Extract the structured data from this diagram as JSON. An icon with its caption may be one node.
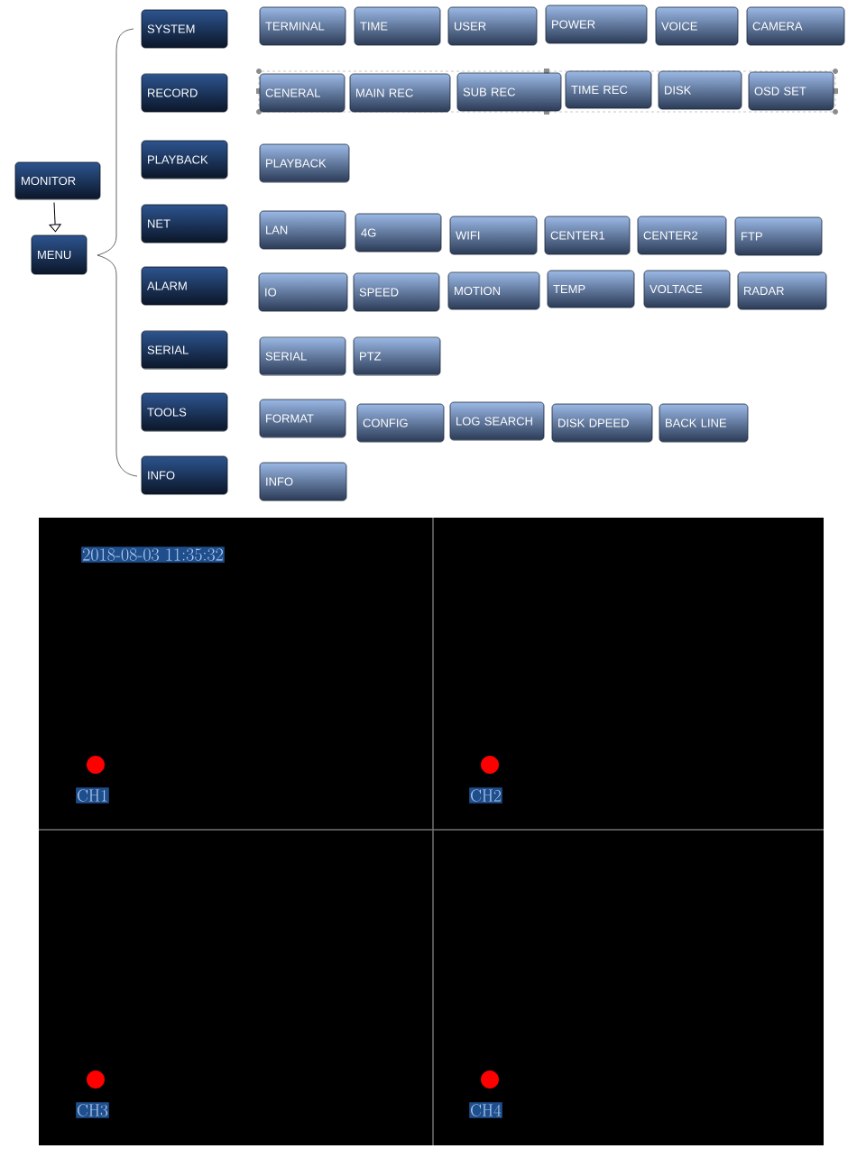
{
  "diagram": {
    "nodes": [
      {
        "text": [
          "MONITOR"
        ]
      },
      {
        "text": [
          "MENU"
        ]
      },
      {
        "text": [
          "SYSTEM"
        ]
      },
      {
        "text": [
          "TERMINAL"
        ]
      },
      {
        "text": [
          "TIME"
        ]
      },
      {
        "text": [
          "USER"
        ]
      },
      {
        "text": [
          "POWER"
        ]
      },
      {
        "text": [
          "VOICE"
        ]
      },
      {
        "text": [
          "CAMERA"
        ]
      },
      {
        "text": [
          "RECORD"
        ]
      },
      {
        "text": [
          "CENERAL"
        ]
      },
      {
        "text": [
          "MAIN REC"
        ]
      },
      {
        "text": [
          "SUB REC"
        ]
      },
      {
        "text": [
          "TIME REC"
        ]
      },
      {
        "text": [
          "DISK"
        ]
      },
      {
        "text": [
          "OSD SET"
        ]
      },
      {
        "text": [
          "PLAYBACK"
        ]
      },
      {
        "text": [
          "PLAYBACK"
        ]
      },
      {
        "text": [
          "NET"
        ]
      },
      {
        "text": [
          "LAN"
        ]
      },
      {
        "text": [
          "4G"
        ]
      },
      {
        "text": [
          "WIFI"
        ]
      },
      {
        "text": [
          "CENTER1"
        ]
      },
      {
        "text": [
          "CENTER2"
        ]
      },
      {
        "text": [
          "FTP"
        ]
      },
      {
        "text": [
          "ALARM"
        ]
      },
      {
        "text": [
          "IO"
        ]
      },
      {
        "text": [
          "SPEED"
        ]
      },
      {
        "text": [
          "MOTION"
        ]
      },
      {
        "text": [
          "TEMP"
        ]
      },
      {
        "text": [
          "VOLTACE"
        ]
      },
      {
        "text": [
          "RADAR"
        ]
      },
      {
        "text": [
          "SERIAL"
        ]
      },
      {
        "text": [
          "SERIAL"
        ]
      },
      {
        "text": [
          "PTZ"
        ]
      },
      {
        "text": [
          "TOOLS"
        ]
      },
      {
        "text": [
          "FORMAT"
        ]
      },
      {
        "text": [
          "CONFIG"
        ]
      },
      {
        "text": [
          "LOG SEARCH"
        ]
      },
      {
        "text": [
          "DISK DPEED"
        ]
      },
      {
        "text": [
          "BACK LINE"
        ]
      },
      {
        "text": [
          "INFO"
        ]
      },
      {
        "text": [
          "INFO"
        ]
      }
    ],
    "edges": [
      {
        "from": 0,
        "to": 1,
        "arrow": "to"
      }
    ],
    "labels": [
      "2018-08-03 11:35:32",
      "CH1",
      "CH2",
      "CH3",
      "CH4"
    ]
  }
}
